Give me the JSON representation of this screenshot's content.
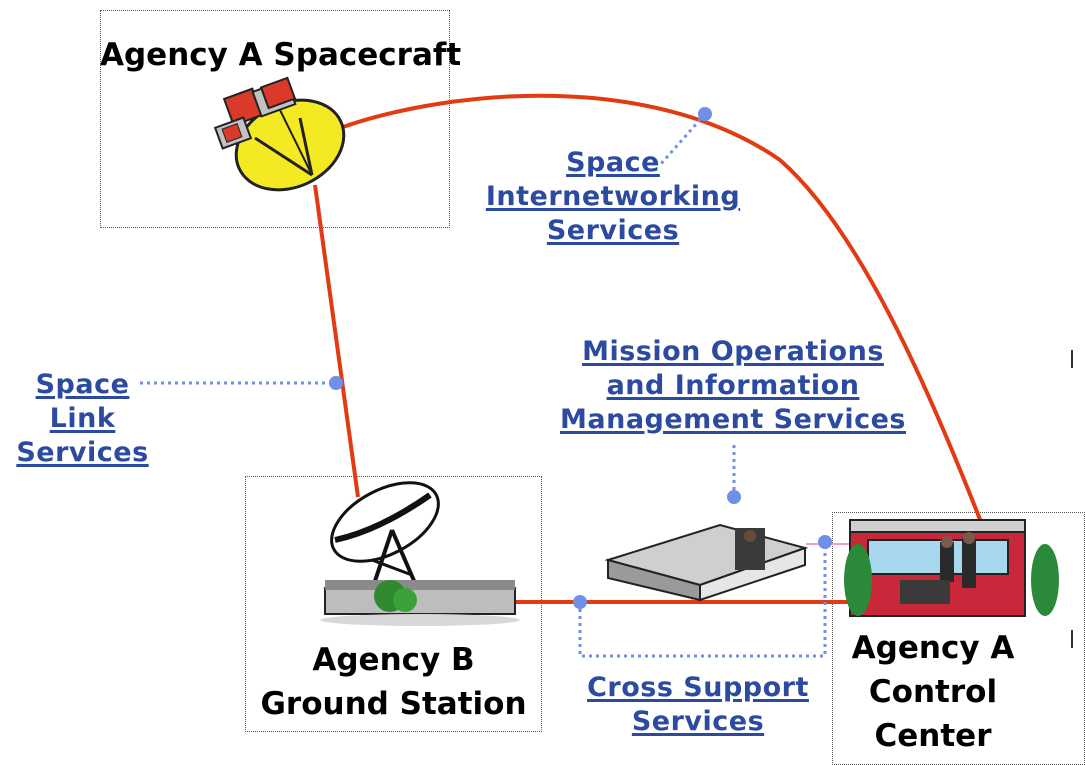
{
  "nodes": {
    "spacecraft": {
      "title": "Agency A Spacecraft"
    },
    "ground_station": {
      "title_line1": "Agency B",
      "title_line2": "Ground Station"
    },
    "control_center": {
      "title_line1": "Agency A",
      "title_line2": "Control",
      "title_line3": "Center"
    }
  },
  "services": {
    "space_internetworking": {
      "line1": "Space",
      "line2": "Internetworking",
      "line3": "Services"
    },
    "space_link": {
      "line1": "Space",
      "line2": "Link",
      "line3": "Services"
    },
    "mission_operations": {
      "line1": "Mission Operations",
      "line2": "and Information",
      "line3": "Management Services"
    },
    "cross_support": {
      "line1": "Cross Support",
      "line2": "Services"
    }
  },
  "colors": {
    "link_line": "#e23a12",
    "dotted_connector": "#6f8fe8",
    "service_text": "#2b4aa0",
    "node_dot": "#6f8fe8"
  }
}
